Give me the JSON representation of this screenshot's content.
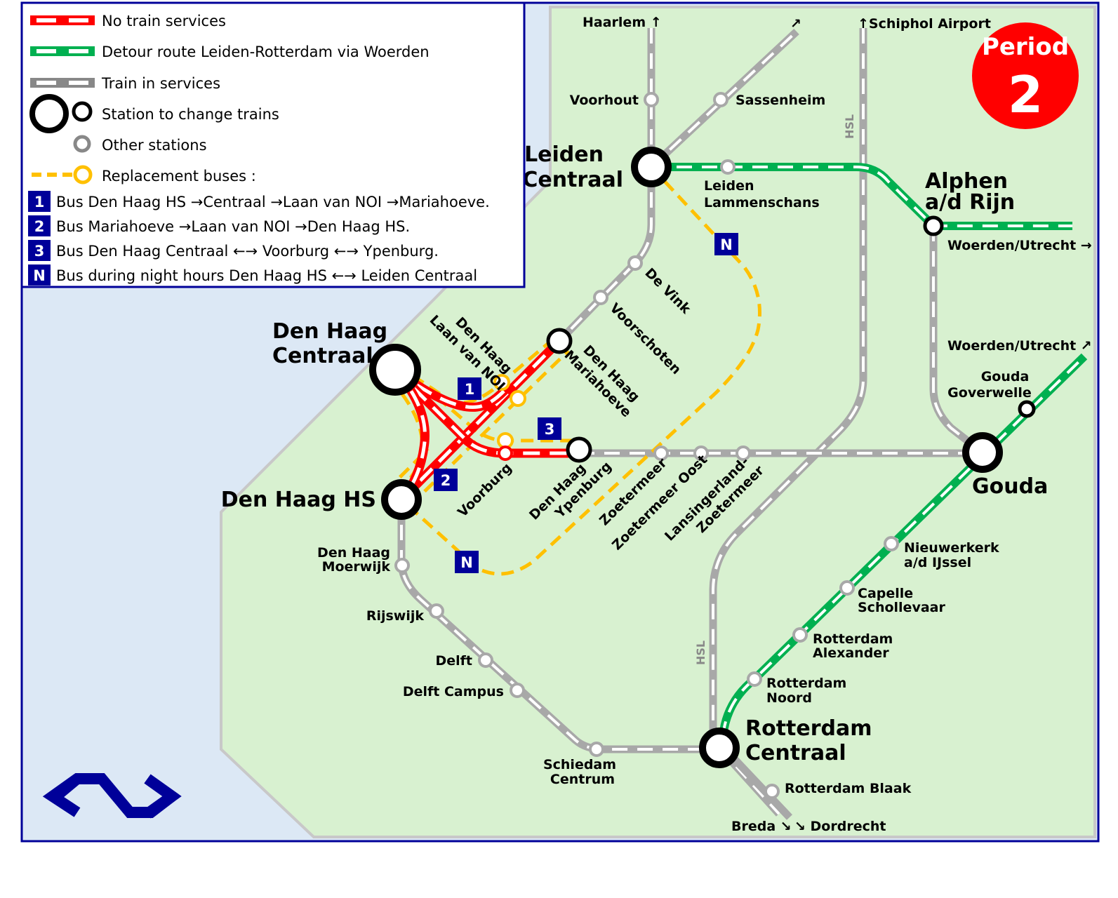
{
  "legend": {
    "no_service": "No train services",
    "detour": "Detour route Leiden-Rotterdam via Woerden",
    "in_service": "Train in services",
    "change_station": "Station to change trains",
    "other_station": "Other stations",
    "replacement": "Replacement buses :",
    "buses": [
      {
        "id": "1",
        "text": "Bus Den Haag HS →Centraal →Laan van NOI →Mariahoeve."
      },
      {
        "id": "2",
        "text": "Bus Mariahoeve →Laan van NOI →Den Haag HS."
      },
      {
        "id": "3",
        "text": "Bus Den Haag Centraal ←→ Voorburg ←→ Ypenburg."
      },
      {
        "id": "N",
        "text": "Bus during night hours Den Haag HS ←→ Leiden Centraal"
      }
    ]
  },
  "period": {
    "label": "Period",
    "number": "2"
  },
  "hsl": "HSL",
  "directions": {
    "haarlem": "Haarlem ↑",
    "sassenheim_arrow": "↗",
    "schiphol": "↑Schiphol Airport",
    "woerden1": "Woerden/Utrecht →",
    "woerden2": "Woerden/Utrecht ↗",
    "breda": "Breda ↘",
    "dordrecht": "↘ Dordrecht"
  },
  "stations": {
    "leiden": [
      "Leiden",
      "Centraal"
    ],
    "voorhout": "Voorhout",
    "sassenheim": "Sassenheim",
    "lammenschans": [
      "Leiden",
      "Lammenschans"
    ],
    "alphen": [
      "Alphen",
      "a/d Rijn"
    ],
    "devink": "De Vink",
    "voorschoten": "Voorschoten",
    "mariahoeve": [
      "Den Haag",
      "Mariahoeve"
    ],
    "laanvannoi": [
      "Den Haag",
      "Laan van NOI"
    ],
    "dhcentraal": [
      "Den Haag",
      "Centraal"
    ],
    "dhhs": "Den Haag HS",
    "voorburg": "Voorburg",
    "ypenburg": [
      "Den Haag",
      "Ypenburg"
    ],
    "zoetermeer": "Zoetermeer",
    "zoetermeeroost": "Zoetermeer Oost",
    "lansingerland": [
      "Lansingerland-",
      "Zoetermeer"
    ],
    "gouda": "Gouda",
    "goverwelle": [
      "Gouda",
      "Goverwelle"
    ],
    "nieuwerkerk": [
      "Nieuwerkerk",
      "a/d IJssel"
    ],
    "capelle": [
      "Capelle",
      "Schollevaar"
    ],
    "alexander": [
      "Rotterdam",
      "Alexander"
    ],
    "noord": [
      "Rotterdam",
      "Noord"
    ],
    "rotterdam": [
      "Rotterdam",
      "Centraal"
    ],
    "blaak": "Rotterdam Blaak",
    "moerwijk": [
      "Den Haag",
      "Moerwijk"
    ],
    "rijswijk": "Rijswijk",
    "delft": "Delft",
    "delftcampus": "Delft Campus",
    "schiedam": [
      "Schiedam",
      "Centrum"
    ]
  },
  "map_badges": {
    "b1": "1",
    "b2": "2",
    "b3": "3",
    "n1": "N",
    "n2": "N"
  },
  "colors": {
    "no_service": "#ff0000",
    "detour": "#00b050",
    "in_service": "#a8a8a8",
    "bus": "#ffc000",
    "badge": "#000099",
    "sea": "#dce8f5",
    "land": "#d8f1d0"
  }
}
